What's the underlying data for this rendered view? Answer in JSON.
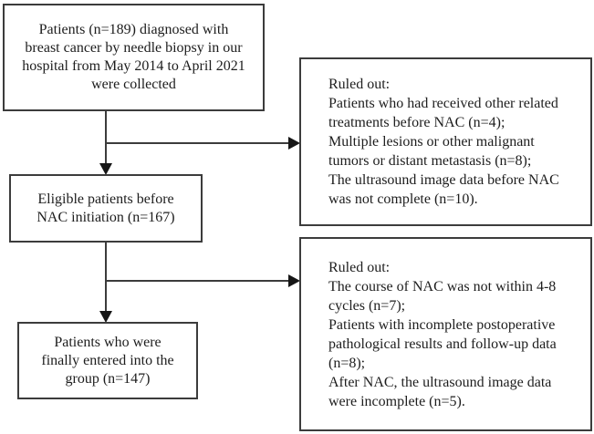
{
  "figure": {
    "type": "flowchart",
    "background_color": "#ffffff",
    "line_color": "#3c3c3c",
    "arrowhead_color": "#161616",
    "text_color": "#1d1d1d"
  },
  "boxes": {
    "collected": {
      "lines": [
        "Patients (n=189) diagnosed with",
        "breast cancer by needle biopsy in our",
        "hospital from May 2014 to April 2021",
        "were collected"
      ]
    },
    "eligible": {
      "lines": [
        "Eligible patients before",
        "NAC initiation (n=167)"
      ]
    },
    "final": {
      "lines": [
        "Patients who were",
        "finally entered into the",
        "group (n=147)"
      ]
    },
    "ruled_out_1": {
      "lines": [
        "Ruled out:",
        "Patients who had received other related",
        "treatments before NAC (n=4);",
        "Multiple lesions or other malignant",
        "tumors or distant metastasis (n=8);",
        "The ultrasound image data before NAC",
        "was not complete (n=10)."
      ]
    },
    "ruled_out_2": {
      "lines": [
        "Ruled out:",
        "The course of NAC was not within 4-8",
        "cycles (n=7);",
        "Patients with incomplete postoperative",
        "pathological results and follow-up data",
        "(n=8);",
        "After NAC, the ultrasound image data",
        "were incomplete (n=5)."
      ]
    }
  }
}
